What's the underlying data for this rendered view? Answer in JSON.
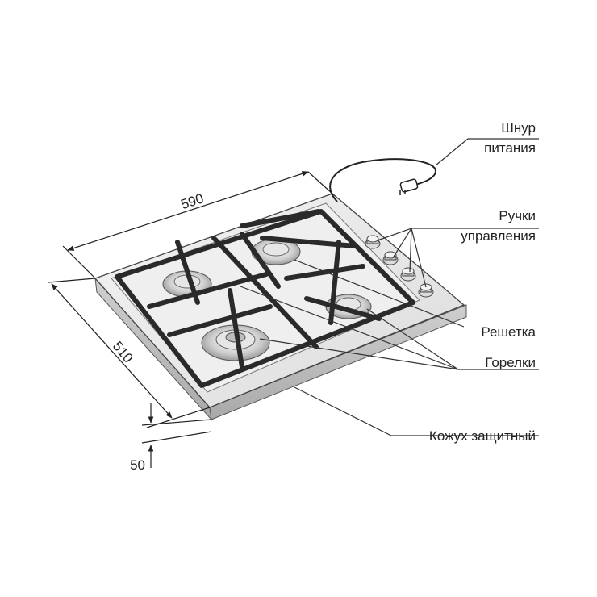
{
  "dimensions": {
    "width": "590",
    "depth": "510",
    "height": "50"
  },
  "labels": {
    "power_cord_line1": "Шнур",
    "power_cord_line2": "питания",
    "knobs_line1": "Ручки",
    "knobs_line2": "управления",
    "grate": "Решетка",
    "burners": "Горелки",
    "casing": "Кожух защитный"
  },
  "colors": {
    "ink": "#222222",
    "grate": "#2a2a2a",
    "surface": "#e9e9e9"
  }
}
